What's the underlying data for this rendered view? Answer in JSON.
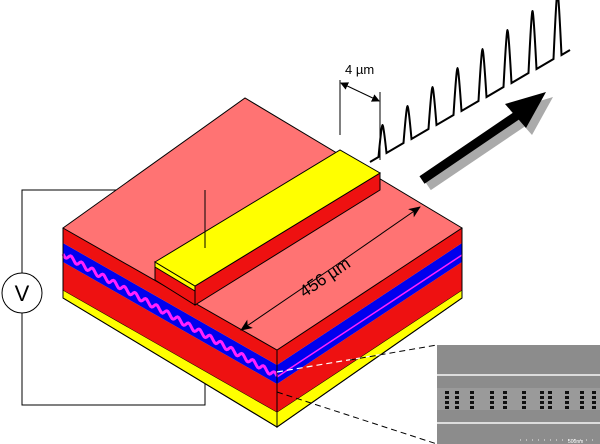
{
  "labels": {
    "voltage": "V",
    "ridge_width": "4 µm",
    "cavity_length": "456 µm",
    "sem_scale": "500nm"
  },
  "colors": {
    "cladding_top": "#ff7373",
    "cladding_side": "#ee1111",
    "active_region": "#0000ee",
    "grating": "#ff22ff",
    "contact": "#ffff00",
    "arrow": "#000000",
    "arrow_shadow": "#aaaaaa",
    "sem_background": "#8c8c8c"
  }
}
